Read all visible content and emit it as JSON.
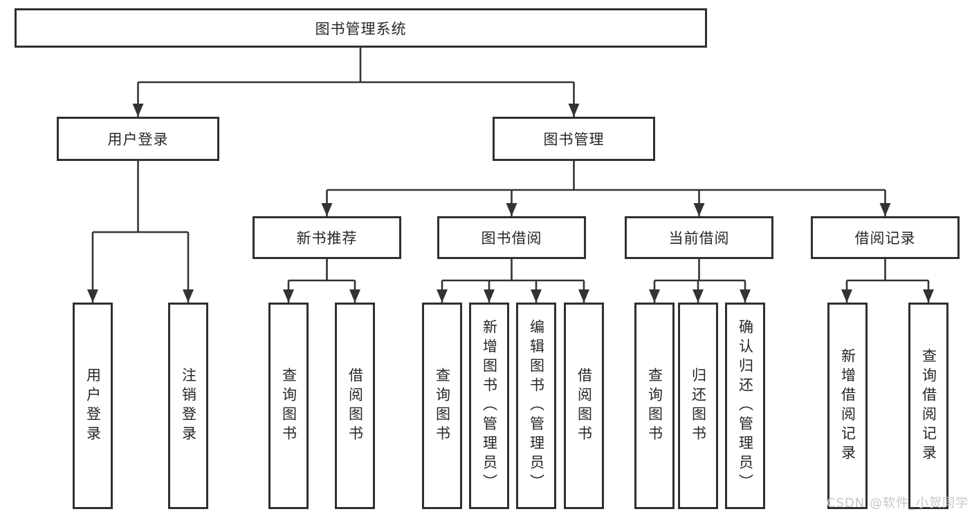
{
  "diagram": {
    "title": "图书管理系统",
    "level2": [
      {
        "label": "用户登录"
      },
      {
        "label": "图书管理"
      }
    ],
    "level3": [
      {
        "label": "新书推荐",
        "parent": "图书管理"
      },
      {
        "label": "图书借阅",
        "parent": "图书管理"
      },
      {
        "label": "当前借阅",
        "parent": "图书管理"
      },
      {
        "label": "借阅记录",
        "parent": "图书管理"
      }
    ],
    "leaves": [
      {
        "label": "用户登录",
        "parent": "用户登录"
      },
      {
        "label": "注销登录",
        "parent": "用户登录"
      },
      {
        "label": "查询图书",
        "parent": "新书推荐"
      },
      {
        "label": "借阅图书",
        "parent": "新书推荐"
      },
      {
        "label": "查询图书",
        "parent": "图书借阅"
      },
      {
        "label": "新增图书（管理员）",
        "parent": "图书借阅"
      },
      {
        "label": "编辑图书（管理员）",
        "parent": "图书借阅"
      },
      {
        "label": "借阅图书",
        "parent": "图书借阅"
      },
      {
        "label": "查询图书",
        "parent": "当前借阅"
      },
      {
        "label": "归还图书",
        "parent": "当前借阅"
      },
      {
        "label": "确认归还（管理员）",
        "parent": "当前借阅"
      },
      {
        "label": "新增借阅记录",
        "parent": "借阅记录"
      },
      {
        "label": "查询借阅记录",
        "parent": "借阅记录"
      }
    ],
    "watermark": "CSDN @软件_小贺同学",
    "colors": {
      "line": "#333333",
      "box_border": "#2f2f2f",
      "box_fill": "#ffffff",
      "text": "#262626",
      "watermark": "#c6c6c6",
      "background": "#ffffff"
    }
  }
}
